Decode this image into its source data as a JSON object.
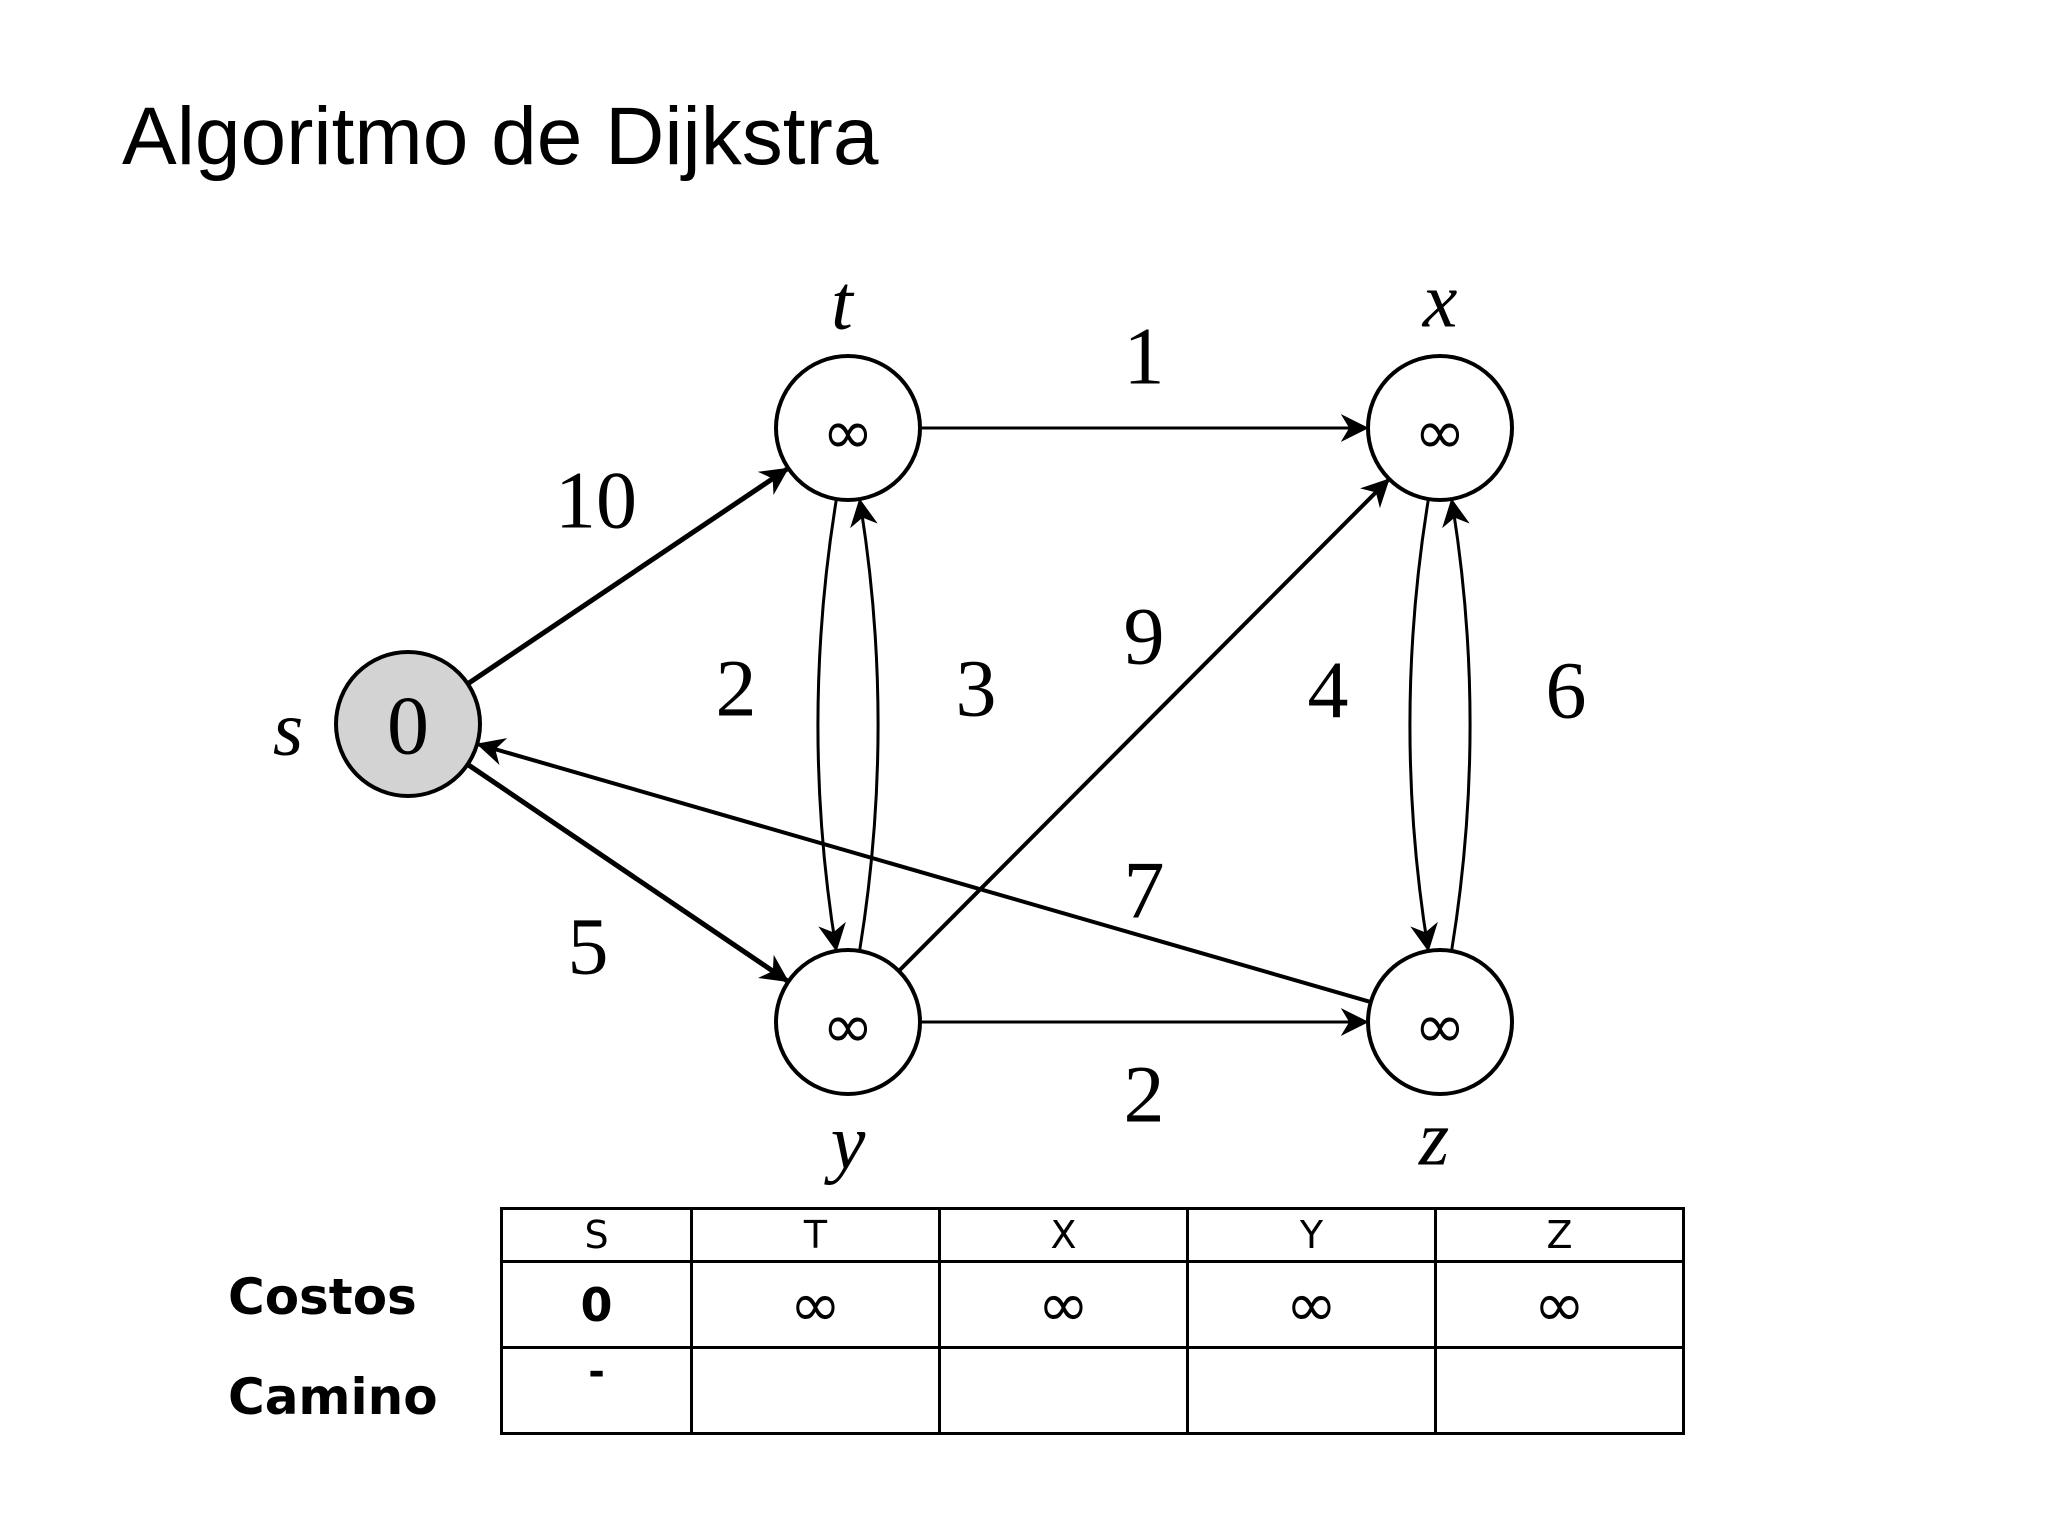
{
  "title": "Algoritmo de Dijkstra",
  "graph": {
    "nodes": [
      {
        "id": "s",
        "label": "s",
        "value": "0",
        "source": true,
        "fill": "#d3d3d3"
      },
      {
        "id": "t",
        "label": "t",
        "value": "∞",
        "source": false,
        "fill": "#ffffff"
      },
      {
        "id": "x",
        "label": "x",
        "value": "∞",
        "source": false,
        "fill": "#ffffff"
      },
      {
        "id": "y",
        "label": "y",
        "value": "∞",
        "source": false,
        "fill": "#ffffff"
      },
      {
        "id": "z",
        "label": "z",
        "value": "∞",
        "source": false,
        "fill": "#ffffff"
      }
    ],
    "edges": [
      {
        "from": "s",
        "to": "t",
        "weight": "10"
      },
      {
        "from": "s",
        "to": "y",
        "weight": "5"
      },
      {
        "from": "t",
        "to": "x",
        "weight": "1"
      },
      {
        "from": "t",
        "to": "y",
        "weight": "2"
      },
      {
        "from": "y",
        "to": "t",
        "weight": "3"
      },
      {
        "from": "y",
        "to": "x",
        "weight": "9"
      },
      {
        "from": "y",
        "to": "z",
        "weight": "2"
      },
      {
        "from": "x",
        "to": "z",
        "weight": "4"
      },
      {
        "from": "z",
        "to": "x",
        "weight": "6"
      },
      {
        "from": "z",
        "to": "s",
        "weight": "7"
      }
    ]
  },
  "table": {
    "headers": [
      "S",
      "T",
      "X",
      "Y",
      "Z"
    ],
    "rows": [
      {
        "label": "Costos",
        "cells": [
          "0",
          "∞",
          "∞",
          "∞",
          "∞"
        ]
      },
      {
        "label": "Camino",
        "cells": [
          "-",
          "",
          "",
          "",
          ""
        ]
      }
    ]
  }
}
